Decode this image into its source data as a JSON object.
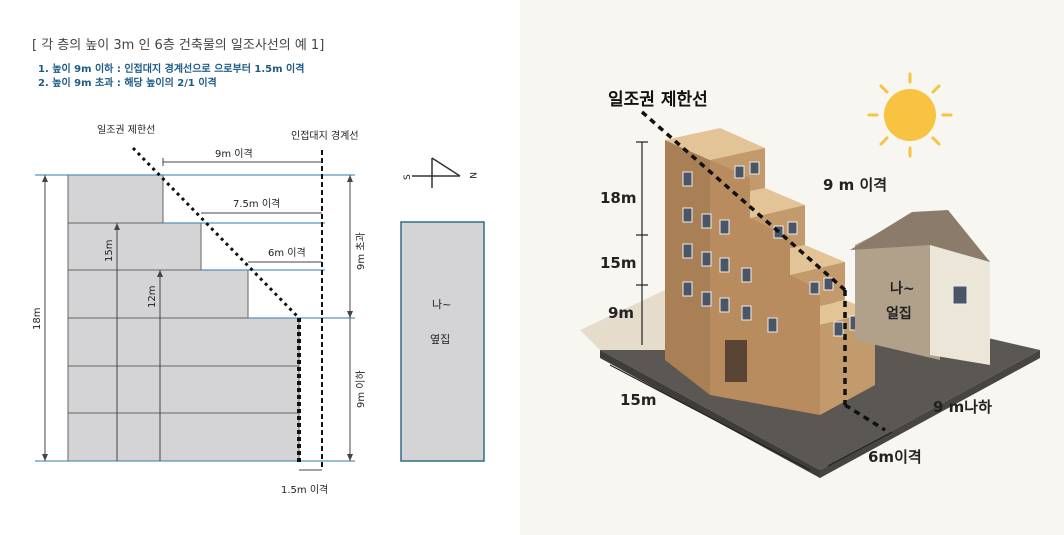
{
  "left": {
    "title": "[ 각 층의 높이 3m 인  6층 건축물의 일조사선의 예 1]",
    "rules": [
      "1. 높이 9m 이하 : 인접대지 경계선으로 으로부터 1.5m 이격",
      "2. 높이 9m 초과 : 해당 높이의 2/1 이격"
    ],
    "label_sunlight_line": "일조권 제한선",
    "label_boundary_line": "인접대지 경계선",
    "setback_9m": "9m 이격",
    "setback_7_5m": "7.5m 이격",
    "setback_6m": "6m 이격",
    "setback_1_5m": "1.5m 이격",
    "height_18m": "18m",
    "height_15m": "15m",
    "height_12m": "12m",
    "range_over_9m": "9m 초과",
    "range_under_9m": "9m  이하",
    "compass_s": "S",
    "compass_n": "N",
    "neighbor_line1": "나~",
    "neighbor_line2": "옆집"
  },
  "right": {
    "label_sunlight_line": "일조권 제한선",
    "height_18m": "18m",
    "height_15m": "15m",
    "height_9m": "9m",
    "setback_9m": "9 m 이격",
    "width_15m": "15m",
    "setback_6m": "6m이격",
    "under_9m": "9 m나하",
    "neighbor_line1": "나~",
    "neighbor_line2": "얼집"
  },
  "colors": {
    "floor_fill": "#d4d4d6",
    "guide_blue": "#2e7eb4",
    "building_front": "#c39a6c",
    "building_side": "#a97f55",
    "building_top": "#e2c496",
    "ground": "#5b5753",
    "house_wall": "#ece6d8",
    "house_roof": "#8a7b6a",
    "sun": "#f7c341"
  }
}
